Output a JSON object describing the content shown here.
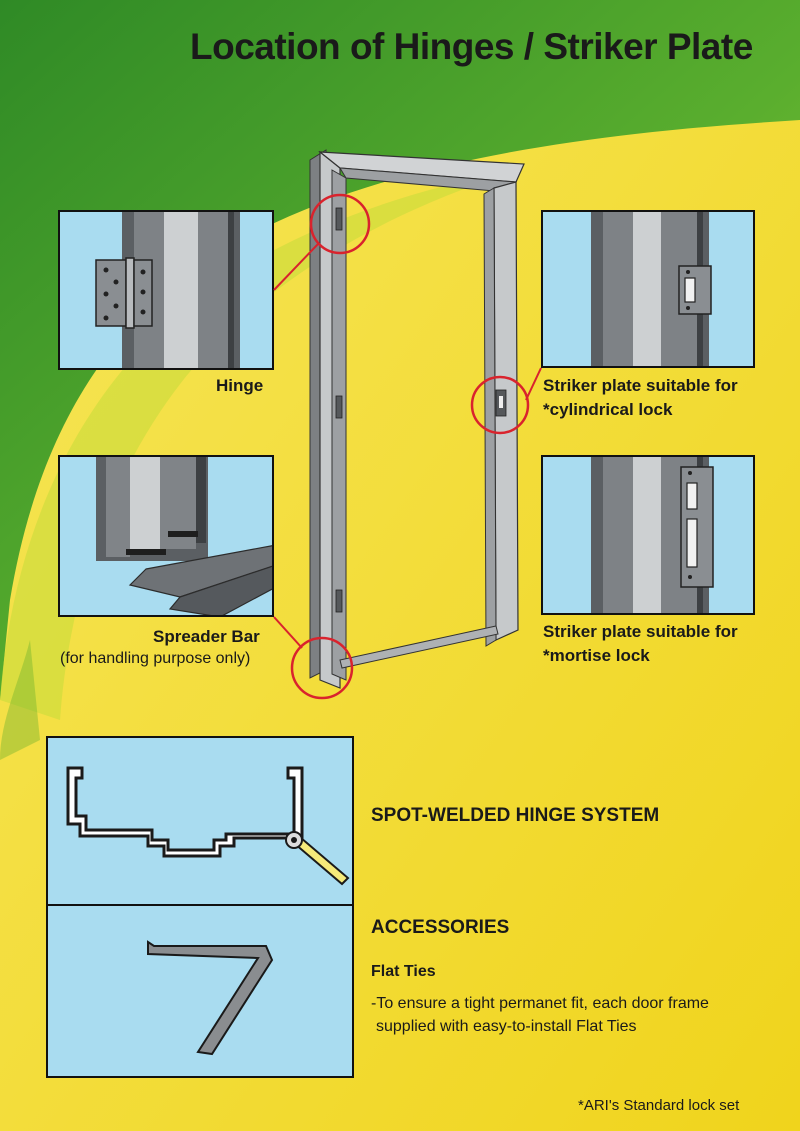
{
  "page": {
    "title": "Location of Hinges / Striker Plate"
  },
  "details": {
    "hinge": {
      "caption": "Hinge",
      "icon": "hinge-icon"
    },
    "striker_cylindrical": {
      "caption_line1": "Striker plate suitable for",
      "caption_line2": "*cylindrical lock",
      "icon": "striker-plate-icon"
    },
    "spreader_bar": {
      "caption": "Spreader Bar",
      "note": "(for handling purpose only)",
      "icon": "spreader-bar-icon"
    },
    "striker_mortise": {
      "caption_line1": "Striker plate suitable for",
      "caption_line2": "*mortise lock",
      "icon": "mortise-striker-icon"
    }
  },
  "hinge_system": {
    "title": "SPOT-WELDED HINGE SYSTEM"
  },
  "accessories": {
    "title": "ACCESSORIES",
    "flat_ties_title": "Flat Ties",
    "flat_ties_line1": "-To ensure a tight permanet fit, each door frame",
    "flat_ties_line2": "supplied with easy-to-install Flat Ties"
  },
  "footnote": "*ARI's Standard lock set",
  "colors": {
    "green": "#3f9a2c",
    "yellow": "#f4e13a",
    "panel_blue": "#a9dcf0",
    "highlight_red": "#d9232d",
    "frame_grey": "#b9bcbf"
  }
}
